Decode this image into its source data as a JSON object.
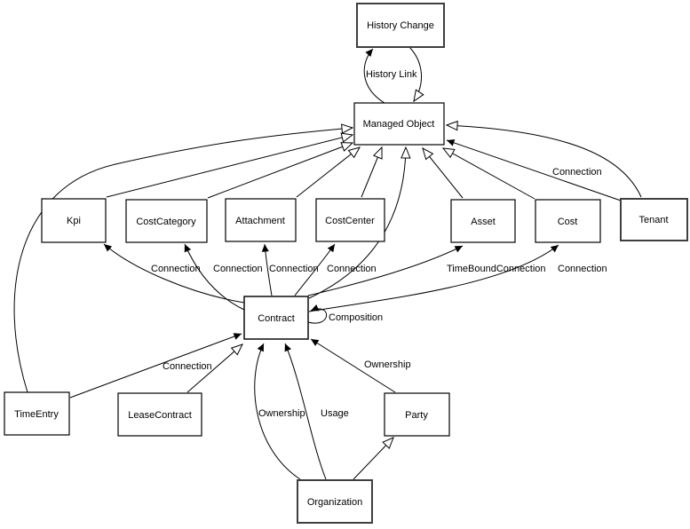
{
  "diagram": {
    "colors": {
      "background": "#ffffff",
      "node_fill": "#ffffff",
      "node_border": "#000000",
      "edge": "#000000",
      "highlight_fill": "#d8d8f8"
    },
    "nodes": {
      "history_change": {
        "label": "History Change"
      },
      "managed_object": {
        "label": "Managed Object"
      },
      "kpi": {
        "label": "Kpi"
      },
      "cost_category": {
        "label": "CostCategory"
      },
      "attachment": {
        "label": "Attachment"
      },
      "cost_center": {
        "label": "CostCenter"
      },
      "asset": {
        "label": "Asset"
      },
      "cost": {
        "label": "Cost"
      },
      "tenant": {
        "label": "Tenant"
      },
      "contract": {
        "label": "Contract"
      },
      "time_entry": {
        "label": "TimeEntry"
      },
      "lease_contract": {
        "label": "LeaseContract",
        "fill": "#d8d8f8"
      },
      "party": {
        "label": "Party"
      },
      "organization": {
        "label": "Organization"
      }
    },
    "edge_labels": {
      "history_link": "History Link",
      "connection_tenant": "Connection",
      "connection_kpi": "Connection",
      "connection_cost_category": "Connection",
      "connection_attachment": "Connection",
      "connection_cost_center": "Connection",
      "time_bound_connection": "TimeBoundConnection",
      "connection_cost": "Connection",
      "composition": "Composition",
      "connection_time_entry": "Connection",
      "ownership_party": "Ownership",
      "ownership_organization": "Ownership",
      "usage": "Usage"
    }
  }
}
